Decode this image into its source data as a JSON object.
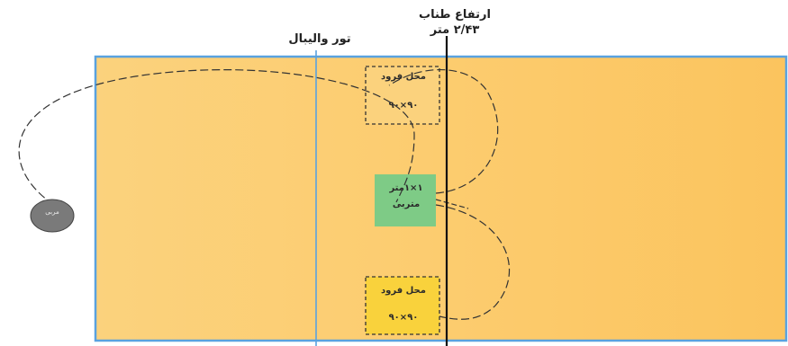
{
  "labels": {
    "rope_height_title": "ارتفاع طناب",
    "rope_height_value": "۲/۴۳ متر",
    "volleyball_net": "تور والیبال"
  },
  "zones": {
    "landing_top": {
      "title": "محل فرود",
      "size": "۹۰×۹۰"
    },
    "student": {
      "size": "۱×۱متر",
      "role": "متربی"
    },
    "landing_bottom": {
      "title": "محل فرود",
      "size": "۹۰×۹۰"
    }
  },
  "coach": {
    "label": "مربی"
  },
  "colors": {
    "court_fill": "#f9cf7a",
    "court_border": "#5aa2df",
    "student_fill": "#7ecb86",
    "landing_bottom_fill": "#f9d23c",
    "rope": "#111111",
    "coach_fill": "#7a7a7a"
  }
}
